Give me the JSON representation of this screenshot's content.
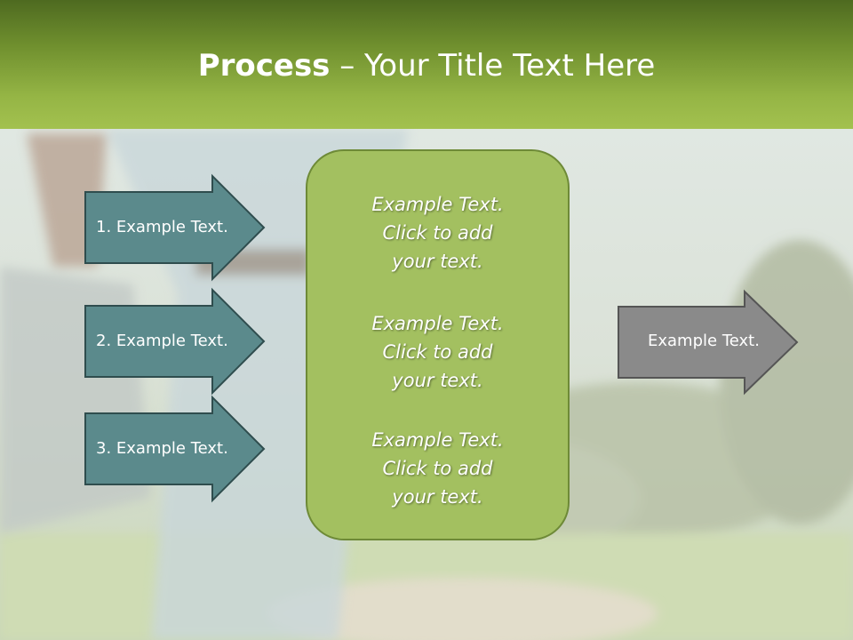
{
  "title": {
    "bold": "Process",
    "rest": " – Your Title Text Here"
  },
  "left_arrows": [
    {
      "label": "1. Example Text."
    },
    {
      "label": "2. Example Text."
    },
    {
      "label": "3. Example Text."
    }
  ],
  "center_box": {
    "paragraphs": [
      {
        "line1": "Example Text.",
        "line2": "Click  to add",
        "line3": "your text."
      },
      {
        "line1": "Example Text.",
        "line2": "Click  to add",
        "line3": "your text."
      },
      {
        "line1": "Example Text.",
        "line2": "Click  to add",
        "line3": "your text."
      }
    ]
  },
  "right_arrow": {
    "label": "Example Text."
  },
  "colors": {
    "header": "#8fb040",
    "teal_arrow": "#5b8a8c",
    "gray_arrow": "#888888",
    "green_box": "#a3c060"
  }
}
